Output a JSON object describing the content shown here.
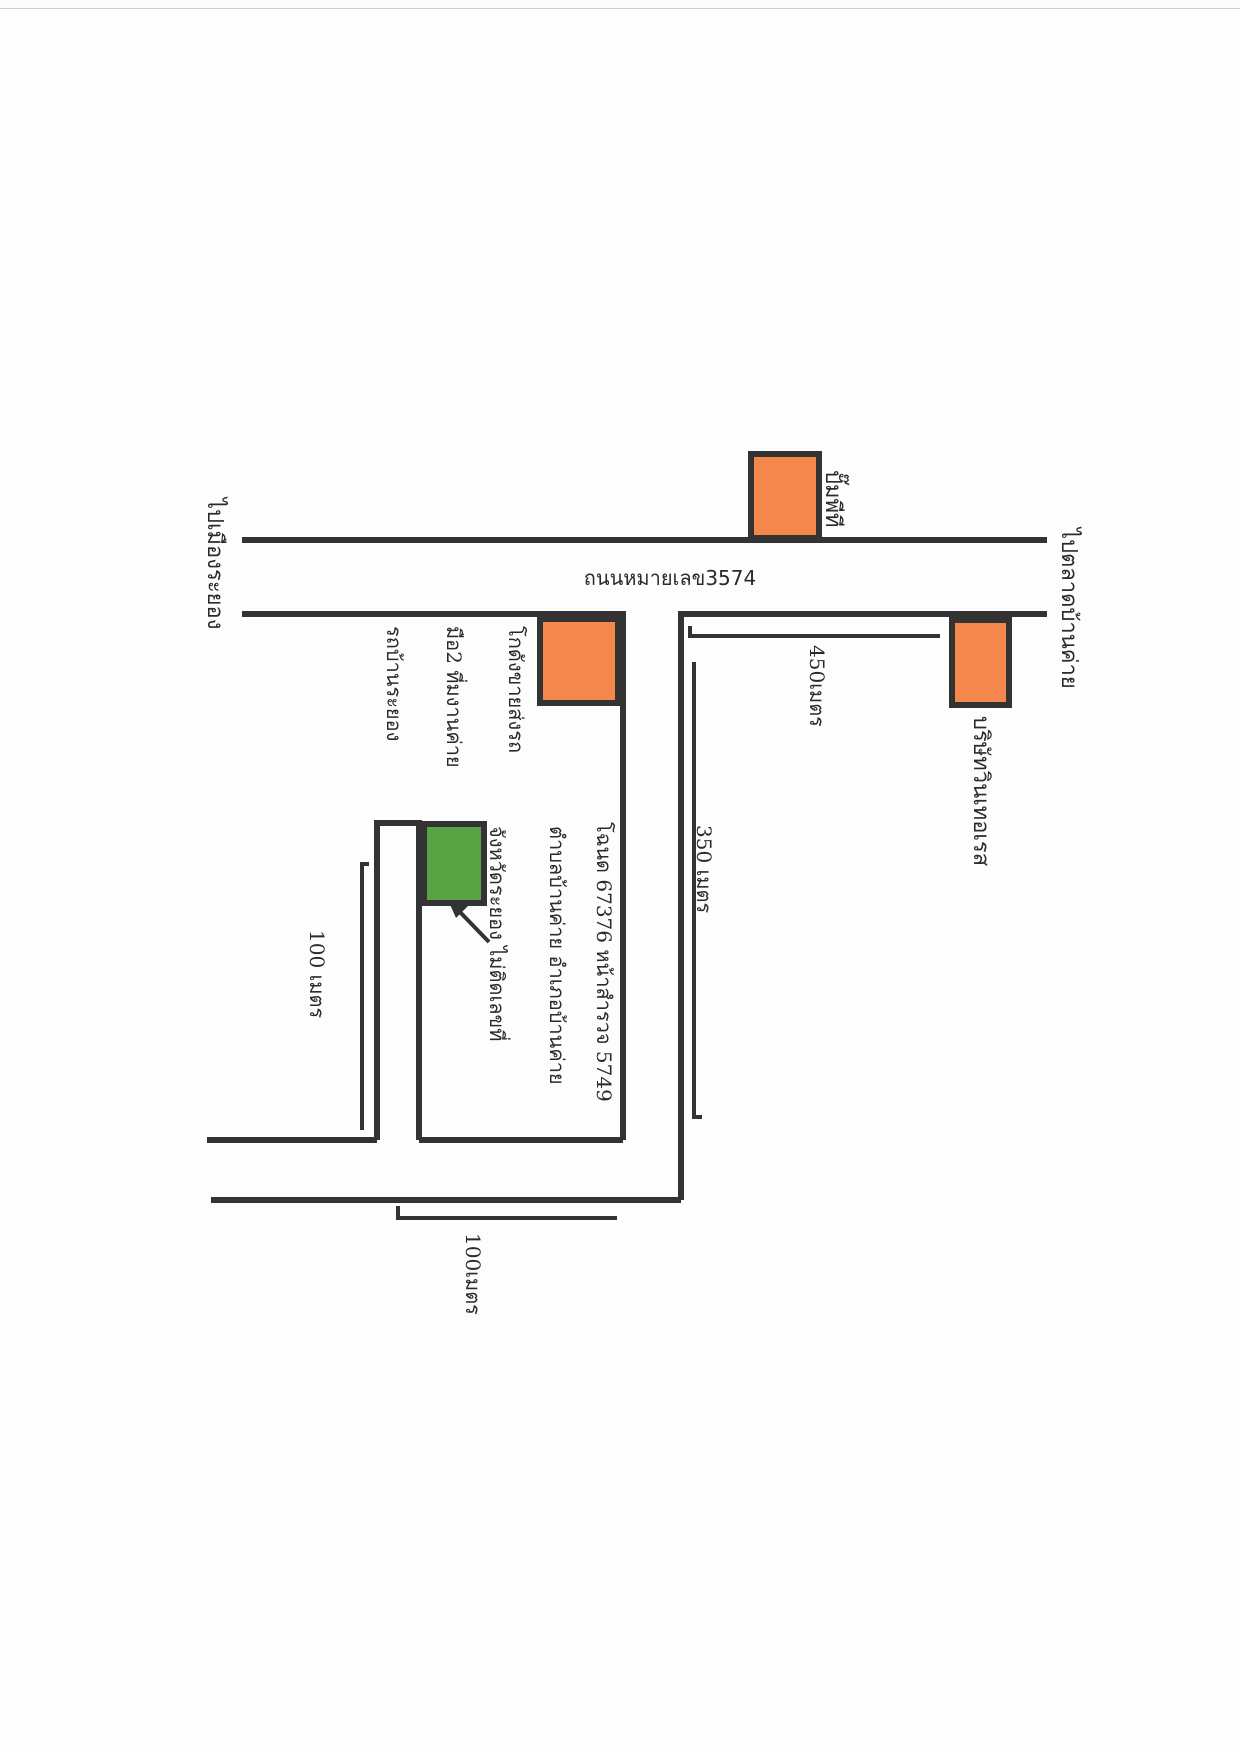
{
  "road": {
    "name": "ถนนหมายเลข3574"
  },
  "directions": {
    "to_rayong": "ไปเมืองระยอง",
    "to_ban_khai": "ไปตลาดบ้านค่าย"
  },
  "landmarks": {
    "gas_station": {
      "label": "ปั๊มพีที",
      "color": "#f4874b"
    },
    "company": {
      "label": "บริษัทวินเทอเรส",
      "color": "#f4874b"
    },
    "warehouse": {
      "line1": "โกดังขายส่งรถ",
      "line2": "มือ2 ที่มงานค่าย",
      "line3": "รถบ้านระยอง",
      "color": "#f4874b"
    }
  },
  "property": {
    "line1": "โฉนด 67376 หน้าสำรวจ  5749",
    "line2": "ตำบลบ้านค่าย อำเภอบ้านค่าย",
    "line3": "จังหวัดระยอง ไม่ติดเลขที่",
    "color": "#5aa344"
  },
  "distances": {
    "d450": "450เมตร",
    "d350": "350 เมตร",
    "d100_side": "100 เมตร",
    "d100_bottom": "100เมตร"
  }
}
